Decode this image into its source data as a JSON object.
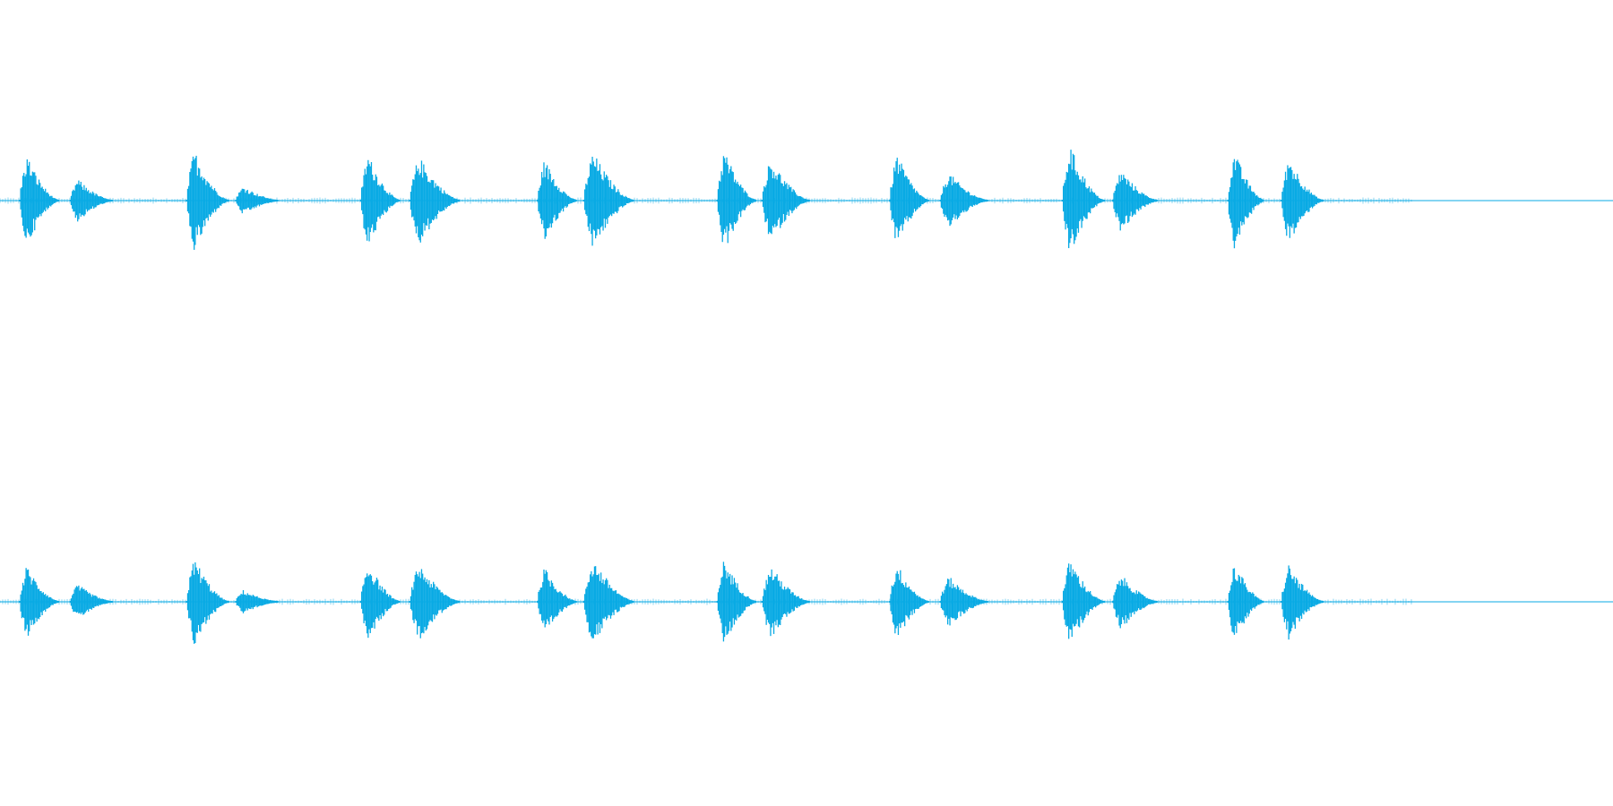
{
  "colors": {
    "background": "#ffffff",
    "waveform": "#09aae4"
  },
  "chart_data": {
    "type": "area",
    "x_range": [
      0,
      1
    ],
    "y_range": [
      -1,
      1
    ],
    "grid": false,
    "legend": "none",
    "channels": [
      {
        "bursts": [
          {
            "t": 0.014,
            "amp": 0.82,
            "len": 0.028
          },
          {
            "t": 0.05,
            "amp": 0.38,
            "len": 0.03
          },
          {
            "t": 0.133,
            "amp": 0.92,
            "len": 0.03
          },
          {
            "t": 0.168,
            "amp": 0.25,
            "len": 0.03
          },
          {
            "t": 0.257,
            "amp": 0.85,
            "len": 0.028
          },
          {
            "t": 0.292,
            "amp": 0.8,
            "len": 0.036
          },
          {
            "t": 0.383,
            "amp": 0.74,
            "len": 0.028
          },
          {
            "t": 0.416,
            "amp": 0.88,
            "len": 0.036
          },
          {
            "t": 0.511,
            "amp": 0.92,
            "len": 0.028
          },
          {
            "t": 0.543,
            "amp": 0.76,
            "len": 0.034
          },
          {
            "t": 0.634,
            "amp": 0.84,
            "len": 0.028
          },
          {
            "t": 0.67,
            "amp": 0.5,
            "len": 0.034
          },
          {
            "t": 0.757,
            "amp": 1.0,
            "len": 0.03
          },
          {
            "t": 0.793,
            "amp": 0.55,
            "len": 0.032
          },
          {
            "t": 0.875,
            "amp": 0.88,
            "len": 0.026
          },
          {
            "t": 0.913,
            "amp": 0.79,
            "len": 0.03
          }
        ]
      },
      {
        "bursts": [
          {
            "t": 0.014,
            "amp": 0.72,
            "len": 0.028
          },
          {
            "t": 0.05,
            "amp": 0.34,
            "len": 0.03
          },
          {
            "t": 0.133,
            "amp": 0.88,
            "len": 0.03
          },
          {
            "t": 0.168,
            "amp": 0.22,
            "len": 0.03
          },
          {
            "t": 0.257,
            "amp": 0.8,
            "len": 0.028
          },
          {
            "t": 0.292,
            "amp": 0.76,
            "len": 0.036
          },
          {
            "t": 0.383,
            "amp": 0.68,
            "len": 0.028
          },
          {
            "t": 0.416,
            "amp": 0.86,
            "len": 0.036
          },
          {
            "t": 0.511,
            "amp": 0.86,
            "len": 0.028
          },
          {
            "t": 0.543,
            "amp": 0.72,
            "len": 0.034
          },
          {
            "t": 0.634,
            "amp": 0.76,
            "len": 0.028
          },
          {
            "t": 0.67,
            "amp": 0.5,
            "len": 0.034
          },
          {
            "t": 0.757,
            "amp": 0.86,
            "len": 0.03
          },
          {
            "t": 0.793,
            "amp": 0.54,
            "len": 0.032
          },
          {
            "t": 0.875,
            "amp": 0.78,
            "len": 0.026
          },
          {
            "t": 0.913,
            "amp": 0.74,
            "len": 0.03
          }
        ]
      }
    ]
  }
}
